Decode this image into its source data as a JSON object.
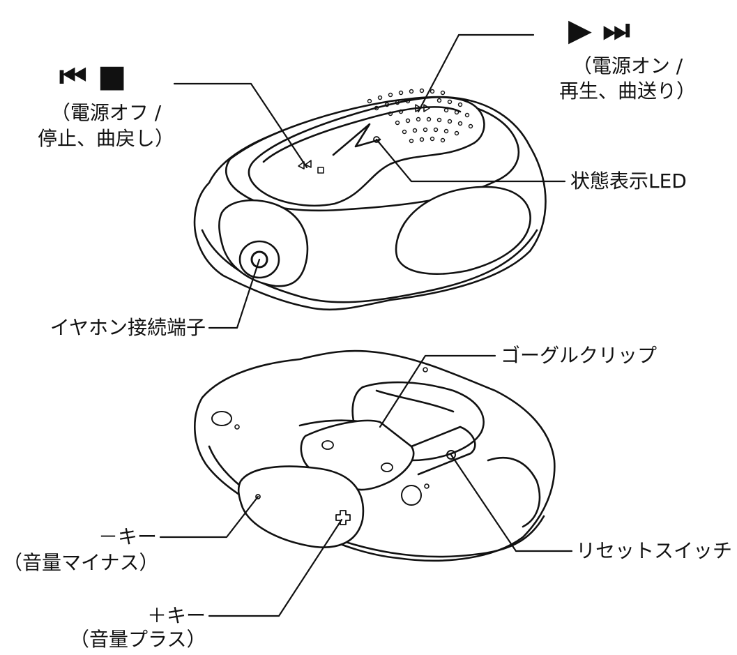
{
  "callouts": {
    "prev_stop": {
      "symbol": "⏮ ■",
      "line1": "（電源オフ /",
      "line2": "停止、曲戻し）"
    },
    "play_next": {
      "symbol": "▶ ⏭",
      "line1": "（電源オン /",
      "line2": "再生、曲送り）"
    },
    "status_led": "状態表示LED",
    "earphone_jack": "イヤホン接続端子",
    "goggle_clip": "ゴーグルクリップ",
    "minus_key": {
      "line1": "－キー",
      "line2": "（音量マイナス）"
    },
    "plus_key": {
      "line1": "＋キー",
      "line2": "（音量プラス）"
    },
    "reset_switch": "リセットスイッチ"
  },
  "colors": {
    "line": "#111111",
    "body_fill": "#ffffff",
    "panel_fill": "#ffffff"
  }
}
